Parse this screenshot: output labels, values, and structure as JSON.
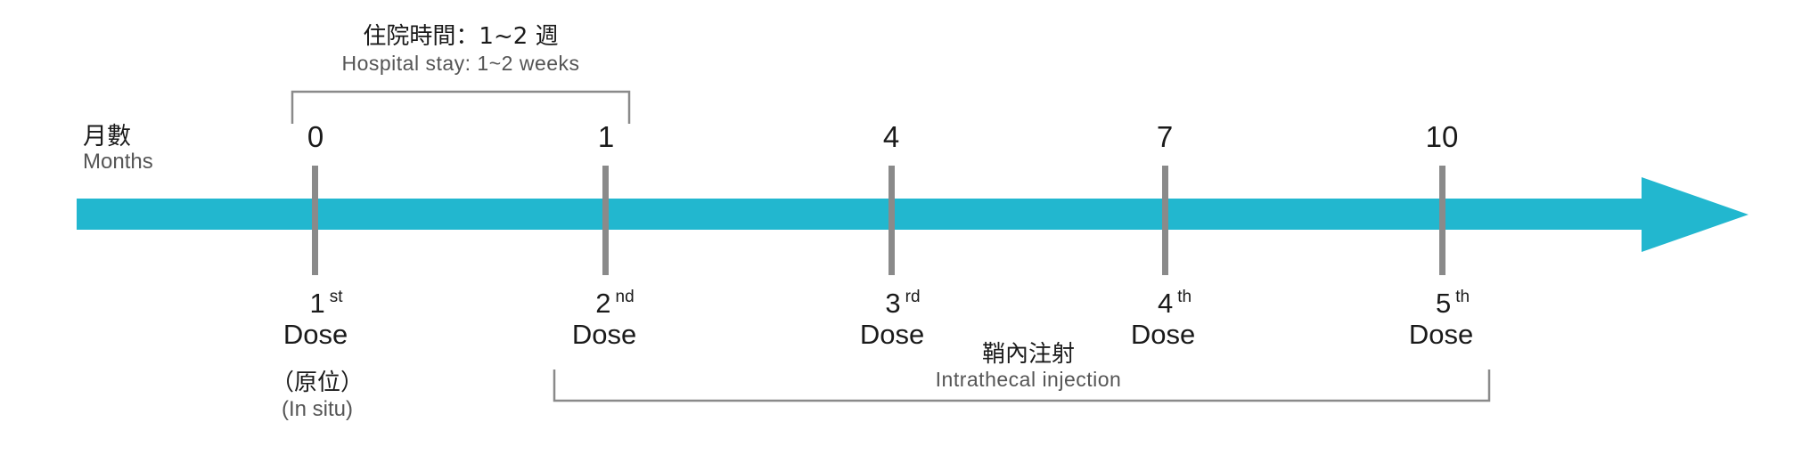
{
  "colors": {
    "arrow": "#22b7cf",
    "tick": "#8a8a8a",
    "bracket": "#8a8a8a"
  },
  "hospital_stay": {
    "label_zh": "住院時間：1~2 週",
    "label_en": "Hospital stay: 1~2 weeks"
  },
  "axis": {
    "label_zh": "月數",
    "label_en": "Months"
  },
  "timepoints": [
    {
      "month": "0",
      "ordinal": "1",
      "suffix": "st",
      "dose": "Dose"
    },
    {
      "month": "1",
      "ordinal": "2",
      "suffix": "nd",
      "dose": "Dose"
    },
    {
      "month": "4",
      "ordinal": "3",
      "suffix": "rd",
      "dose": "Dose"
    },
    {
      "month": "7",
      "ordinal": "4",
      "suffix": "th",
      "dose": "Dose"
    },
    {
      "month": "10",
      "ordinal": "5",
      "suffix": "th",
      "dose": "Dose"
    }
  ],
  "in_situ": {
    "label_zh": "（原位）",
    "label_en": "(In situ)"
  },
  "intrathecal": {
    "label_zh": "鞘內注射",
    "label_en": "Intrathecal injection"
  }
}
